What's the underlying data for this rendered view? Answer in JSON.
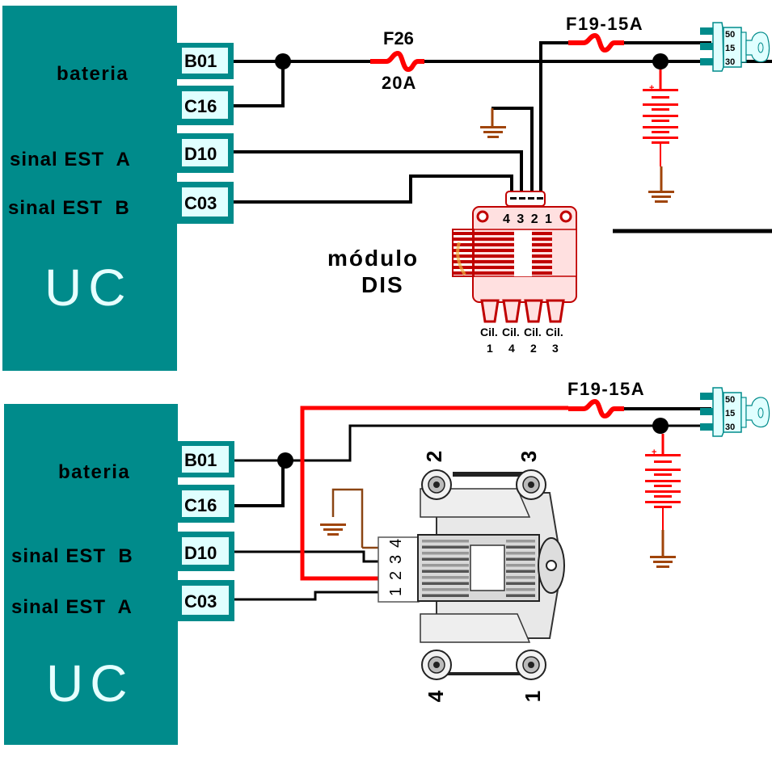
{
  "colors": {
    "ecu_body": "#008b8b",
    "pin_box_fill": "#e0ffff",
    "uc_text": "#e6ffff",
    "wire": "#000000",
    "power_wire": "#ff0000",
    "ground": "#a0450a",
    "dis_module_fill": "#ffe0e0",
    "dis_module_stroke": "#c00000",
    "ignition_switch": "#008b8b",
    "key_fill": "#e0ffff"
  },
  "top_diagram": {
    "ecu": {
      "title": "UC",
      "labels": {
        "battery": "bateria",
        "signal_1": "sinal EST  A",
        "signal_2": "sinal EST  B"
      },
      "pins": [
        "B01",
        "C16",
        "D10",
        "C03"
      ]
    },
    "fuse_main": {
      "name": "F26",
      "rating": "20A"
    },
    "fuse_ignition": {
      "label": "F19-15A"
    },
    "ignition_switch": {
      "terminals": [
        "50",
        "15",
        "30"
      ]
    },
    "battery": {
      "polarity_mark": "+"
    },
    "dis_module": {
      "title_line1": "módulo",
      "title_line2": "DIS",
      "connector_pins": "4 3 2 1",
      "coil_outputs": [
        {
          "label": "Cil.",
          "number": "1"
        },
        {
          "label": "Cil.",
          "number": "4"
        },
        {
          "label": "Cil.",
          "number": "2"
        },
        {
          "label": "Cil.",
          "number": "3"
        }
      ]
    }
  },
  "bottom_diagram": {
    "ecu": {
      "title": "UC",
      "labels": {
        "battery": "bateria",
        "signal_1": "sinal EST  B",
        "signal_2": "sinal EST  A"
      },
      "pins": [
        "B01",
        "C16",
        "D10",
        "C03"
      ]
    },
    "fuse_ignition": {
      "label": "F19-15A"
    },
    "ignition_switch": {
      "terminals": [
        "50",
        "15",
        "30"
      ]
    },
    "battery": {
      "polarity_mark": "+"
    },
    "coil_pack": {
      "connector_pins": [
        "1",
        "2",
        "3",
        "4"
      ],
      "tower_numbers": [
        "2",
        "3",
        "4",
        "1"
      ]
    }
  }
}
